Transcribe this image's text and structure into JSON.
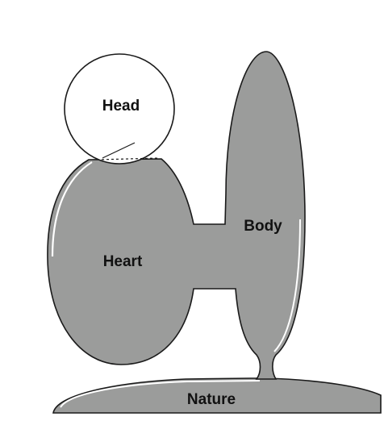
{
  "diagram": {
    "labels": {
      "head": "Head",
      "heart": "Heart",
      "body": "Body",
      "nature": "Nature"
    },
    "colors": {
      "fill": "#9b9c9b",
      "outline": "#1a1a1a",
      "background": "#ffffff"
    }
  }
}
